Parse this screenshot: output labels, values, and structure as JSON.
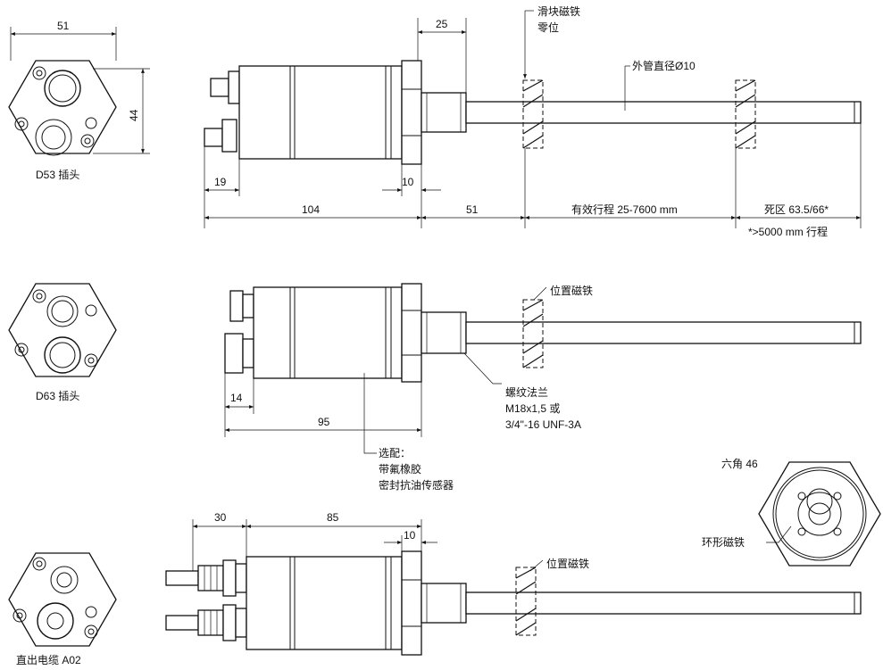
{
  "labels": {
    "magnet_zero_line1": "滑块磁铁",
    "magnet_zero_line2": "零位",
    "tube_dia": "外管直径Ø10",
    "d53": "D53 插头",
    "d63": "D63 插头",
    "a02": "直出电缆 A02",
    "position_magnet_1": "位置磁铁",
    "position_magnet_2": "位置磁铁",
    "thread_line1": "螺纹法兰",
    "thread_line2": "M18x1,5 或",
    "thread_line3": "3/4\"-16 UNF-3A",
    "option_line1": "选配：",
    "option_line2": "带氟橡胶",
    "option_line3": "密封抗油传感器",
    "hex46": "六角 46",
    "ring_magnet": "环形磁铁",
    "stroke": "有效行程 25-7600 mm",
    "dead_zone": "死区 63.5/66*",
    "footnote": "*>5000 mm 行程"
  },
  "dims": {
    "d51_top": "51",
    "d44": "44",
    "d25": "25",
    "d19": "19",
    "d10_a": "10",
    "d104": "104",
    "d51_mid": "51",
    "d14": "14",
    "d95": "95",
    "d30": "30",
    "d85": "85",
    "d10_b": "10"
  }
}
